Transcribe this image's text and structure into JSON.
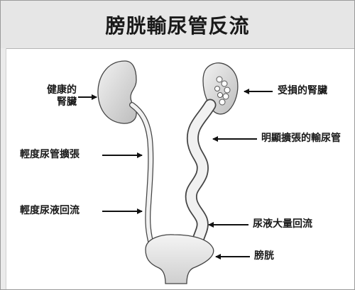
{
  "title": "膀胱輸尿管反流",
  "labels": {
    "healthy_kidney_line1": "健康的",
    "healthy_kidney_line2": "腎臟",
    "mild_ureter_dilation": "輕度尿管擴張",
    "mild_reflux": "輕度尿液回流",
    "damaged_kidney": "受損的腎臟",
    "dilated_ureter": "明顯擴張的輸尿管",
    "heavy_reflux": "尿液大量回流",
    "bladder": "膀胱"
  }
}
